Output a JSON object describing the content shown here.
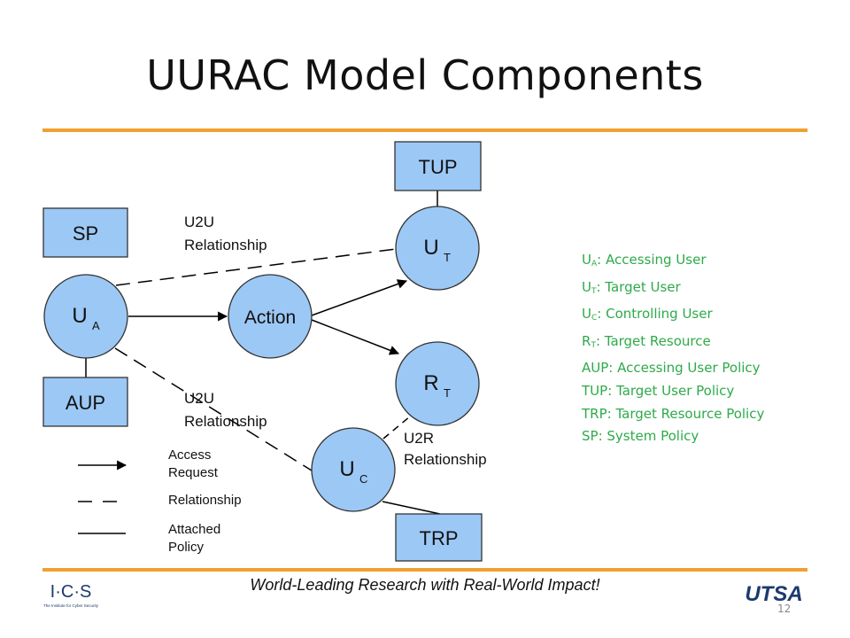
{
  "slide": {
    "title": "UURAC Model Components",
    "footer": "World-Leading Research with Real-World Impact!",
    "page_number": "12"
  },
  "diagram": {
    "boxes": {
      "tup": "TUP",
      "sp": "SP",
      "aup": "AUP",
      "trp": "TRP"
    },
    "circles": {
      "ua": {
        "main": "U",
        "sub": "A"
      },
      "action": {
        "main": "Action",
        "sub": ""
      },
      "ut": {
        "main": "U",
        "sub": "T"
      },
      "rt": {
        "main": "R",
        "sub": "T"
      },
      "uc": {
        "main": "U",
        "sub": "C"
      }
    },
    "edge_labels": {
      "u2u_top_1": "U2U",
      "u2u_top_2": "Relationship",
      "u2u_bottom_1": "U2U",
      "u2u_bottom_2": "Relationship",
      "u2r_1": "U2R",
      "u2r_2": "Relationship"
    },
    "key": {
      "access_1": "Access",
      "access_2": "Request",
      "relationship": "Relationship",
      "attached_1": "Attached",
      "attached_2": "Policy"
    }
  },
  "definitions": [
    {
      "main": "U",
      "sub": "A",
      "text": ": Accessing User"
    },
    {
      "main": "U",
      "sub": "T",
      "text": ": Target User"
    },
    {
      "main": "U",
      "sub": "C",
      "text": ": Controlling User"
    },
    {
      "main": "R",
      "sub": "T",
      "text": ": Target Resource"
    },
    {
      "main": "AUP",
      "sub": "",
      "text": ": Accessing User Policy"
    },
    {
      "main": "TUP",
      "sub": "",
      "text": ": Target User Policy"
    },
    {
      "main": "TRP",
      "sub": "",
      "text": ": Target Resource Policy"
    },
    {
      "main": "SP",
      "sub": "",
      "text": ": System Policy"
    }
  ],
  "logos": {
    "left_text": "I·C·S",
    "left_tagline": "The Institute for Cyber Security",
    "right_text": "UTSA"
  },
  "colors": {
    "accent_rule": "#f0a030",
    "node_fill": "#9cc8f5",
    "definition_text": "#2eaa4a",
    "logo_blue": "#1c3a6e"
  }
}
